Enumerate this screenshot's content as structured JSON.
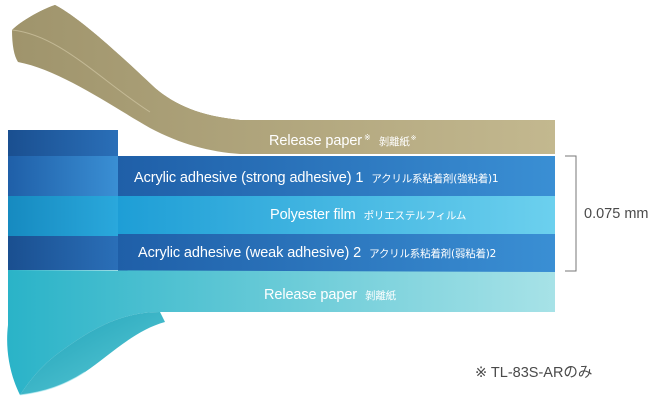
{
  "layers": {
    "release_top": {
      "en": "Release paper",
      "mark": "※",
      "jp": "剝離紙",
      "jp_mark": "※"
    },
    "strong": {
      "en": "Acrylic adhesive (strong adhesive) 1",
      "jp": "アクリル系粘着剤(強粘着)1"
    },
    "film": {
      "en": "Polyester film",
      "jp": "ポリエステルフィルム"
    },
    "weak": {
      "en": "Acrylic adhesive (weak adhesive) 2",
      "jp": "アクリル系粘着剤(弱粘着)2"
    },
    "release_bottom": {
      "en": "Release paper",
      "jp": "剝離紙"
    }
  },
  "thickness": "0.075 mm",
  "footnote": "※ TL-83S-ARのみ",
  "colors": {
    "release_top": "#b9ad86",
    "strong": "#2f7fc5",
    "film": "#32aee0",
    "weak": "#2f7fc5",
    "release_bottom": "#3dbfd1"
  }
}
